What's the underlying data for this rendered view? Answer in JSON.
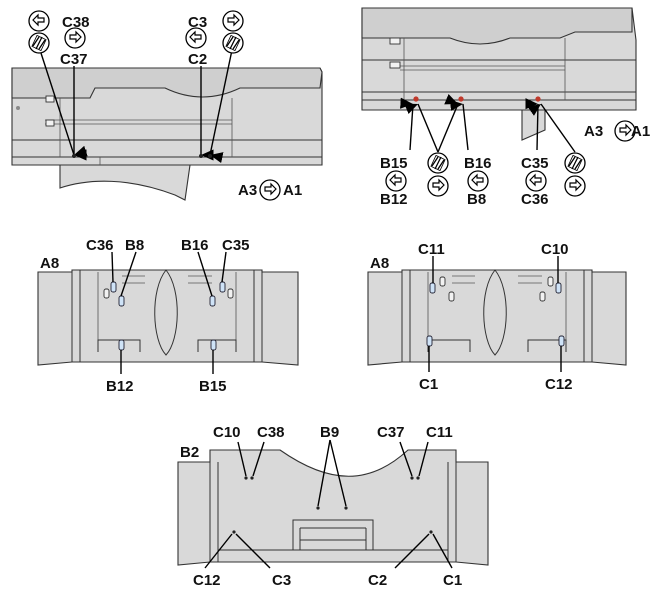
{
  "panel1": {
    "labels": {
      "c38": "C38",
      "c37": "C37",
      "c3": "C3",
      "c2": "C2",
      "a3": "A3",
      "a1": "A1"
    },
    "icons": [
      "glue-icon",
      "hatch-icon",
      "glue-icon",
      "glue-icon",
      "glue-icon",
      "hatch-icon",
      "glue-icon"
    ]
  },
  "panel2": {
    "labels": {
      "b15": "B15",
      "b12": "B12",
      "b16": "B16",
      "b8": "B8",
      "c35": "C35",
      "c36": "C36",
      "a3": "A3",
      "a1": "A1"
    }
  },
  "panel3": {
    "labels": {
      "a8": "A8",
      "c36": "C36",
      "b8": "B8",
      "b16": "B16",
      "c35": "C35",
      "b12": "B12",
      "b15": "B15"
    }
  },
  "panel4": {
    "labels": {
      "a8": "A8",
      "c11": "C11",
      "c10": "C10",
      "c1": "C1",
      "c12": "C12"
    }
  },
  "panel5": {
    "labels": {
      "b2": "B2",
      "c10": "C10",
      "c38": "C38",
      "b9": "B9",
      "c37": "C37",
      "c11": "C11",
      "c12": "C12",
      "c3": "C3",
      "c2": "C2",
      "c1": "C1"
    }
  },
  "colors": {
    "part_fill": "#d9d9d9",
    "highlight": "#cfe3f7",
    "glue_point": "#c0392b"
  }
}
